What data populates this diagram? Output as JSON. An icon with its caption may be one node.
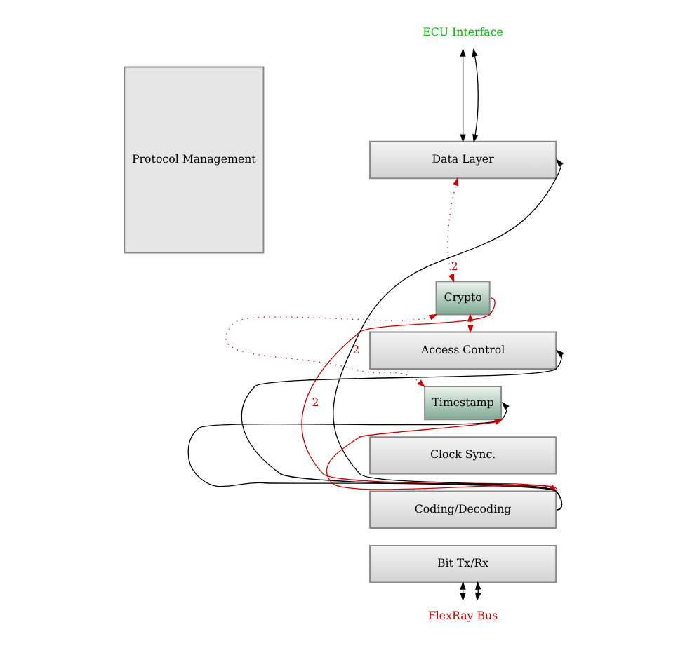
{
  "diagram": {
    "nodes": [
      {
        "text": [
          "ECU Interface"
        ]
      },
      {
        "text": [
          "Protocol Management"
        ]
      },
      {
        "text": [
          "Data Layer"
        ]
      },
      {
        "text": [
          "Crypto"
        ]
      },
      {
        "text": [
          "Access Control"
        ]
      },
      {
        "text": [
          "Timestamp"
        ]
      },
      {
        "text": [
          "Clock Sync."
        ]
      },
      {
        "text": [
          "Coding/Decoding"
        ]
      },
      {
        "text": [
          "Bit Tx/Rx"
        ]
      },
      {
        "text": [
          "FlexRay Bus"
        ]
      }
    ],
    "edges": [
      {
        "from": 0,
        "to": 2,
        "arrow": "both"
      },
      {
        "from": 0,
        "to": 2,
        "arrow": "both"
      },
      {
        "from": 3,
        "to": 2,
        "arrow": "both",
        "label": "2",
        "style": "dashed",
        "color": "#cc0000"
      },
      {
        "from": 3,
        "to": 4,
        "arrow": "both",
        "style": "dashed",
        "color": "#cc0000"
      },
      {
        "from": 3,
        "to": 5,
        "arrow": "both",
        "label": "2",
        "style": "dashed",
        "color": "#cc0000"
      },
      {
        "from": 7,
        "to": 2,
        "arrow": "to"
      },
      {
        "from": 7,
        "to": 4,
        "arrow": "to"
      },
      {
        "from": 7,
        "to": 5,
        "arrow": "to"
      },
      {
        "from": 3,
        "to": 7,
        "arrow": "to",
        "label": "2",
        "color": "#cc0000"
      },
      {
        "from": 7,
        "to": 5,
        "arrow": "to",
        "color": "#cc0000"
      },
      {
        "from": 8,
        "to": 9,
        "arrow": "both"
      },
      {
        "from": 8,
        "to": 9,
        "arrow": "both"
      }
    ]
  }
}
